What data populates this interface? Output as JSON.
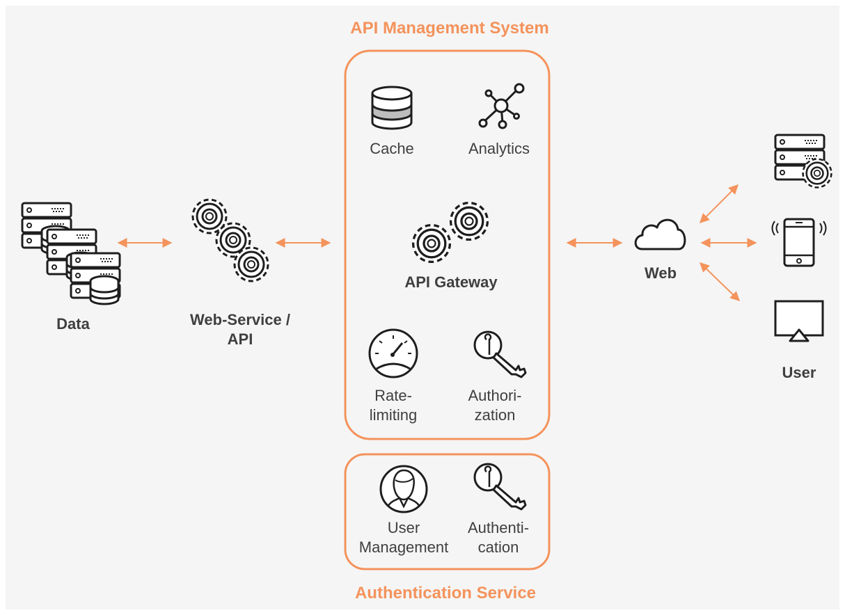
{
  "colors": {
    "accent": "#f4935c",
    "stroke": "#1e1e1e",
    "text": "#3f3f3f",
    "background": "#f5f5f5"
  },
  "groups": {
    "api_management": {
      "title": "API Management System"
    },
    "authentication": {
      "title": "Authentication Service"
    }
  },
  "nodes": {
    "data": {
      "label": "Data",
      "icon": "database-servers-icon"
    },
    "webservice": {
      "label_line1": "Web-Service /",
      "label_line2": "API",
      "icon": "gears-icon"
    },
    "cache": {
      "label": "Cache",
      "icon": "cache-database-icon"
    },
    "analytics": {
      "label": "Analytics",
      "icon": "analytics-network-icon"
    },
    "gateway": {
      "label": "API Gateway",
      "icon": "gateway-gears-icon"
    },
    "ratelimiting": {
      "label_line1": "Rate-",
      "label_line2": "limiting",
      "icon": "speedometer-icon"
    },
    "authorization": {
      "label_line1": "Authori-",
      "label_line2": "zation",
      "icon": "key-icon"
    },
    "usermgmt": {
      "label_line1": "User",
      "label_line2": "Management",
      "icon": "user-icon"
    },
    "authentication": {
      "label_line1": "Authenti-",
      "label_line2": "cation",
      "icon": "key-icon"
    },
    "web": {
      "label": "Web",
      "icon": "cloud-icon"
    },
    "user": {
      "label": "User",
      "devices": [
        "server-icon",
        "smartphone-icon",
        "monitor-icon"
      ]
    }
  },
  "edges": [
    {
      "from": "data",
      "to": "webservice",
      "direction": "both"
    },
    {
      "from": "webservice",
      "to": "api_management",
      "direction": "both"
    },
    {
      "from": "api_management",
      "to": "web",
      "direction": "both"
    },
    {
      "from": "web",
      "to": "server",
      "direction": "both"
    },
    {
      "from": "web",
      "to": "smartphone",
      "direction": "both"
    },
    {
      "from": "web",
      "to": "monitor",
      "direction": "both"
    }
  ]
}
